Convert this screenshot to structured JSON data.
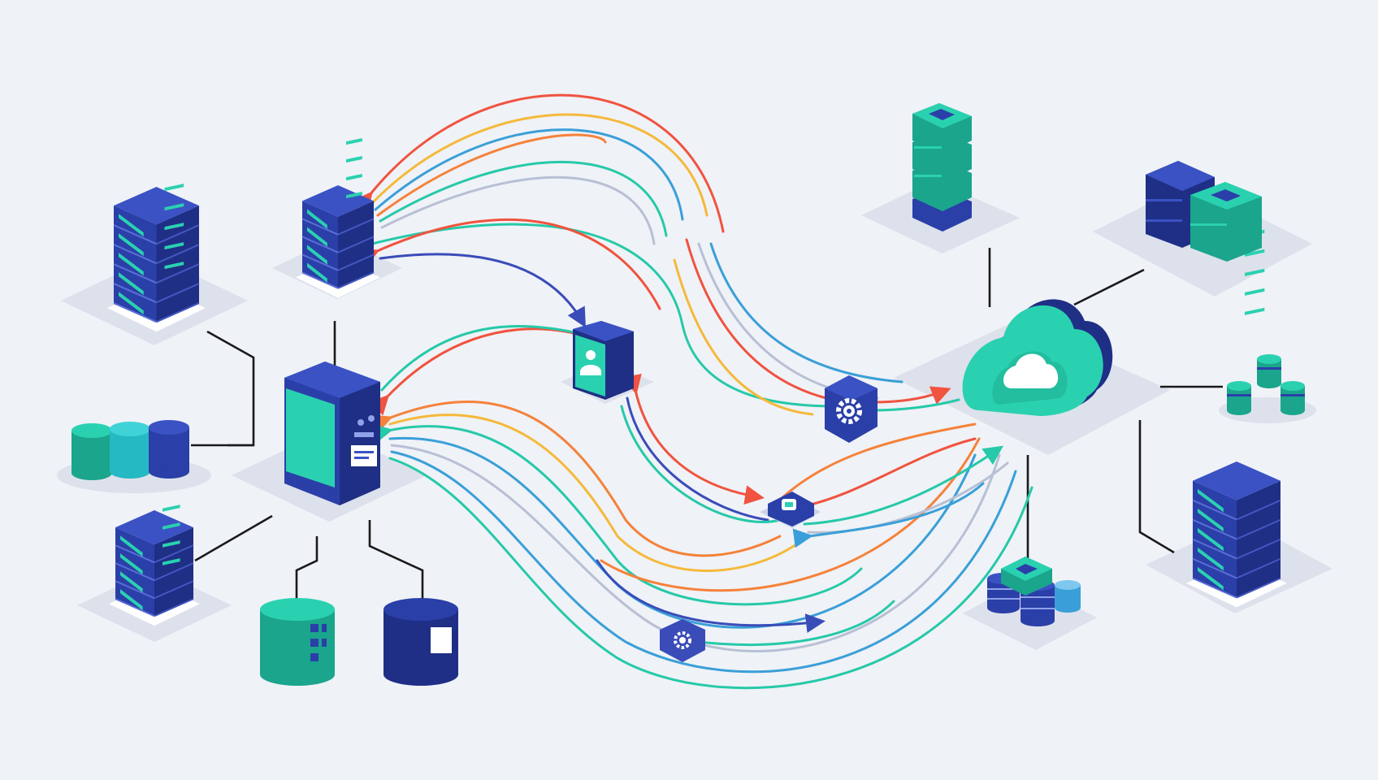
{
  "palette": {
    "background": "#eff2f7",
    "navy": "#2b3fa8",
    "navy_dark": "#1f2f86",
    "navy_light": "#3b52c4",
    "teal": "#2ad1b0",
    "teal_dark": "#1aa58c",
    "platform": "#dde1ec",
    "platform_edge": "#c9cfde",
    "connector": "#1a1a1a",
    "flow_red": "#f0533f",
    "flow_orange": "#f5823a",
    "flow_yellow": "#f5b93a",
    "flow_teal": "#26c9a8",
    "flow_blue": "#3a9fd8",
    "flow_navy": "#3a4cb8",
    "flow_grey": "#b7c0d4"
  },
  "nodes": [
    {
      "id": "server-left-top",
      "kind": "server-rack",
      "icon": "server-rack-icon"
    },
    {
      "id": "server-center-top",
      "kind": "server-rack",
      "icon": "server-rack-icon"
    },
    {
      "id": "database-trio",
      "kind": "database-group",
      "icon": "database-icon"
    },
    {
      "id": "main-hub",
      "kind": "workstation-tower",
      "icon": "computer-tower-icon"
    },
    {
      "id": "server-left-bottom",
      "kind": "server-rack",
      "icon": "server-rack-icon"
    },
    {
      "id": "storage-teal",
      "kind": "database",
      "icon": "database-icon"
    },
    {
      "id": "storage-navy",
      "kind": "database",
      "icon": "database-icon"
    },
    {
      "id": "user-service",
      "kind": "service-cube",
      "icon": "user-icon"
    },
    {
      "id": "gear-node-right",
      "kind": "processing-node",
      "icon": "gear-icon"
    },
    {
      "id": "relay-node",
      "kind": "router-node",
      "icon": "router-icon"
    },
    {
      "id": "gear-node-bottom",
      "kind": "processing-node",
      "icon": "gear-icon"
    },
    {
      "id": "cloud",
      "kind": "cloud-hub",
      "icon": "cloud-icon"
    },
    {
      "id": "tower-teal",
      "kind": "storage-stack",
      "icon": "storage-stack-icon"
    },
    {
      "id": "storage-combo",
      "kind": "storage-stack",
      "icon": "storage-stack-icon"
    },
    {
      "id": "mini-db-cluster",
      "kind": "database-group",
      "icon": "database-icon"
    },
    {
      "id": "server-right-bottom",
      "kind": "server-rack",
      "icon": "server-rack-icon"
    },
    {
      "id": "cluster-bottom",
      "kind": "storage-cluster",
      "icon": "storage-stack-icon"
    }
  ]
}
